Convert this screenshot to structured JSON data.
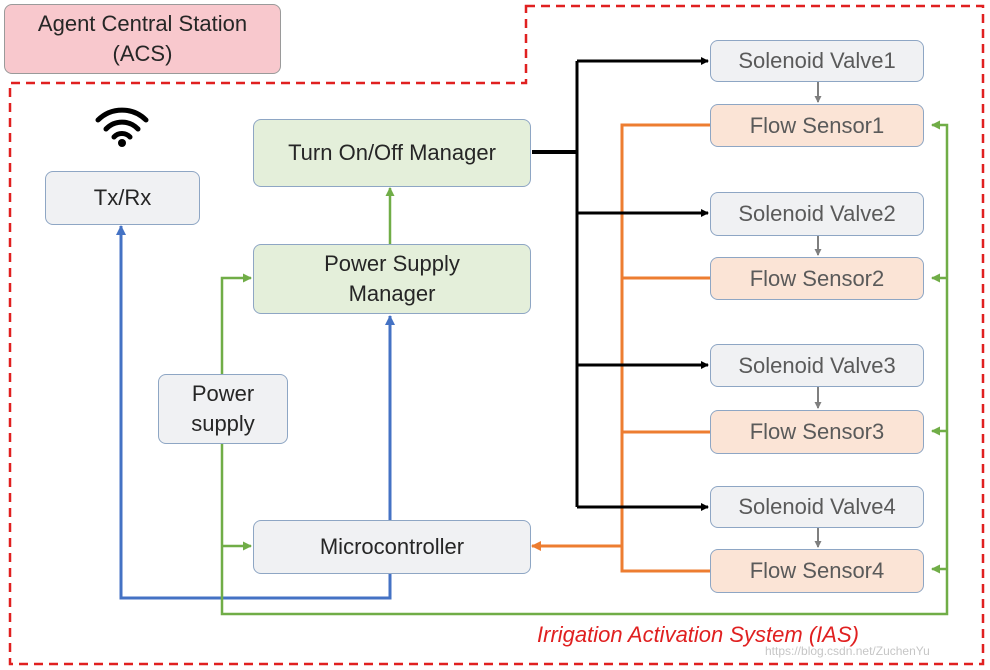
{
  "acs": {
    "label": "Agent Central Station\n(ACS)"
  },
  "ias": {
    "caption": "Irrigation Activation System (IAS)"
  },
  "components": {
    "txrx": "Tx/Rx",
    "turn_manager": "Turn On/Off Manager",
    "power_manager": "Power Supply\nManager",
    "power_supply": "Power\nsupply",
    "microcontroller": "Microcontroller"
  },
  "valves": [
    "Solenoid Valve1",
    "Solenoid Valve2",
    "Solenoid Valve3",
    "Solenoid Valve4"
  ],
  "sensors": [
    "Flow Sensor1",
    "Flow Sensor2",
    "Flow Sensor3",
    "Flow Sensor4"
  ],
  "watermark": "https://blog.csdn.net/ZuchenYu",
  "colors": {
    "boundary": "#e02020",
    "control": "#000000",
    "sensor_signal": "#ed7d31",
    "power": "#70ad47",
    "data": "#4472c4",
    "valve_link": "#7f7f7f"
  },
  "icons": {
    "wireless": "wifi-icon"
  }
}
